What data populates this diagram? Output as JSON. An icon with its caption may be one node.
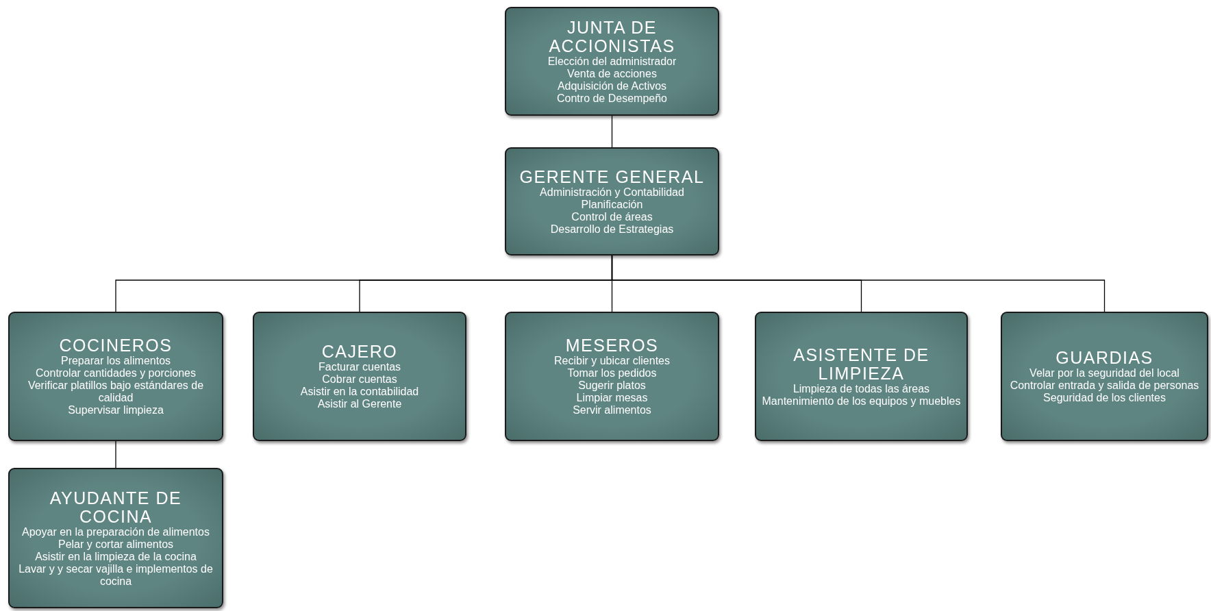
{
  "diagram": {
    "nodes": [
      {
        "text": [
          "JUNTA DE ACCIONISTAS",
          "Elección del administrador",
          "Venta de acciones",
          "Adquisición de Activos",
          "Contro de Desempeño"
        ]
      },
      {
        "text": [
          "GERENTE GENERAL",
          "Administración y Contabilidad",
          "Planificación",
          "Control de áreas",
          "Desarrollo de Estrategias"
        ]
      },
      {
        "text": [
          "COCINEROS",
          "Preparar los alimentos",
          "Controlar cantidades y porciones",
          "Verificar platillos bajo estándares de calidad",
          "Supervisar limpieza"
        ]
      },
      {
        "text": [
          "CAJERO",
          "Facturar cuentas",
          "Cobrar cuentas",
          "Asistir en la contabilidad",
          "Asistir al Gerente"
        ]
      },
      {
        "text": [
          "MESEROS",
          "Recibir y ubicar clientes",
          "Tomar los pedidos",
          "Sugerir platos",
          "Limpiar mesas",
          "Servir alimentos"
        ]
      },
      {
        "text": [
          "ASISTENTE DE LIMPIEZA",
          "Limpieza de todas las áreas",
          "Mantenimiento de los equipos y muebles"
        ]
      },
      {
        "text": [
          "GUARDIAS",
          "Velar por la seguridad del local",
          "Controlar entrada y salida de personas",
          "Seguridad de los clientes"
        ]
      },
      {
        "text": [
          "AYUDANTE DE COCINA",
          "Apoyar en la preparación de alimentos",
          "Pelar y cortar alimentos",
          "Asistir en la limpieza de la cocina",
          "Lavar y y secar vajilla e implementos de cocina"
        ]
      }
    ],
    "edges": [
      {
        "from": 0,
        "to": 1,
        "arrow": "none"
      },
      {
        "from": 1,
        "to": 2,
        "arrow": "none"
      },
      {
        "from": 1,
        "to": 3,
        "arrow": "none"
      },
      {
        "from": 1,
        "to": 4,
        "arrow": "none"
      },
      {
        "from": 1,
        "to": 5,
        "arrow": "none"
      },
      {
        "from": 1,
        "to": 6,
        "arrow": "none"
      },
      {
        "from": 2,
        "to": 7,
        "arrow": "none"
      }
    ]
  }
}
